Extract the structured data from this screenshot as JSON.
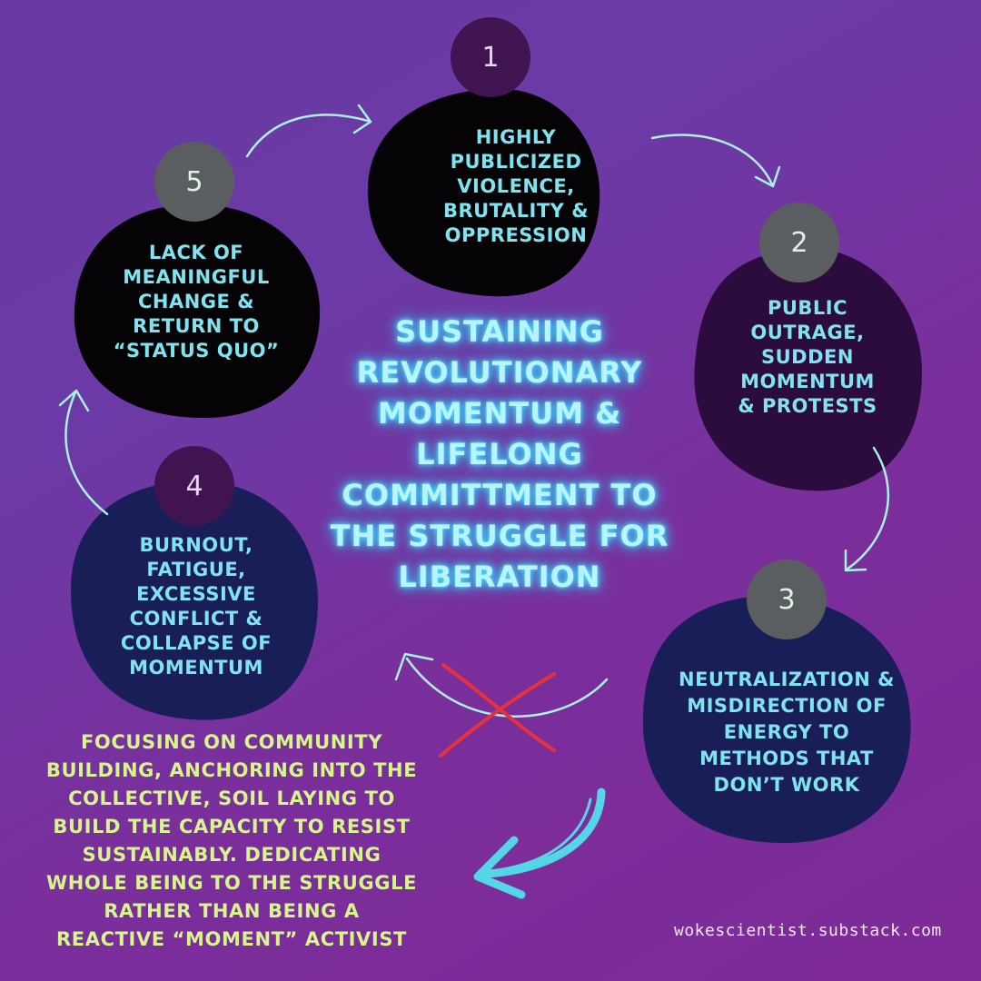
{
  "title_lines": [
    "SUSTAINING",
    "REVOLUTIONARY",
    "MOMENTUM &",
    "LIFELONG",
    "COMMITTMENT TO",
    "THE STRUGGLE FOR",
    "LIBERATION"
  ],
  "stages": [
    {
      "number": "1",
      "lines": [
        "HIGHLY",
        "PUBLICIZED",
        "VIOLENCE,",
        "BRUTALITY &",
        "OPPRESSION"
      ],
      "blob_color": "#050305",
      "badge_color": "#3f1451"
    },
    {
      "number": "2",
      "lines": [
        "PUBLIC",
        "OUTRAGE,",
        "SUDDEN",
        "MOMENTUM",
        "& PROTESTS"
      ],
      "blob_color": "#2c0b3f",
      "badge_color": "#5b5e60"
    },
    {
      "number": "3",
      "lines": [
        "NEUTRALIZATION &",
        "MISDIRECTION OF",
        "ENERGY TO",
        "METHODS THAT",
        "DON’T WORK"
      ],
      "blob_color": "#1a1e58",
      "badge_color": "#5b5e60"
    },
    {
      "number": "4",
      "lines": [
        "BURNOUT,",
        "FATIGUE,",
        "EXCESSIVE",
        "CONFLICT &",
        "COLLAPSE OF",
        "MOMENTUM"
      ],
      "blob_color": "#1a1e58",
      "badge_color": "#3f1451"
    },
    {
      "number": "5",
      "lines": [
        "LACK OF",
        "MEANINGFUL",
        "CHANGE &",
        "RETURN TO",
        "“STATUS QUO”"
      ],
      "blob_color": "#050305",
      "badge_color": "#5b5e60"
    }
  ],
  "alternative_lines": [
    "FOCUSING ON COMMUNITY",
    "BUILDING, ANCHORING INTO THE",
    "COLLECTIVE, SOIL LAYING TO",
    "BUILD THE CAPACITY TO RESIST",
    "SUSTAINABLY. DEDICATING",
    "WHOLE BEING TO THE STRUGGLE",
    "RATHER THAN BEING A",
    "REACTIVE “MOMENT” ACTIVIST"
  ],
  "credit": "wokescientist.substack.com",
  "colors": {
    "arrow": "#a9f1e2",
    "cross": "#e8323a",
    "alt_arrow": "#54d6e6",
    "center_glow": "#3bd6ff",
    "alt_text": "#d6f58a"
  }
}
